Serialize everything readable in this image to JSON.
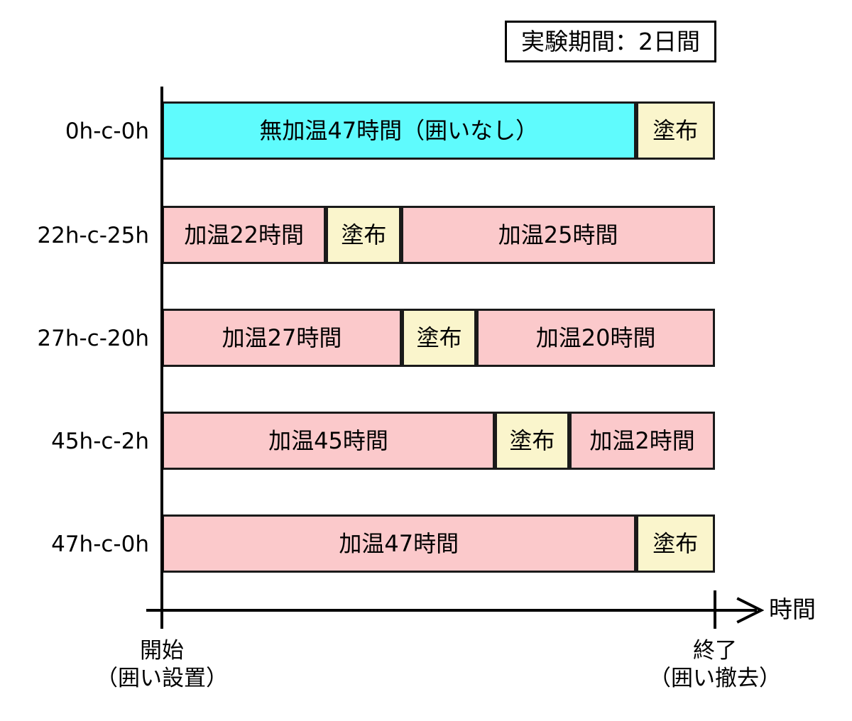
{
  "title": {
    "text": "実験期間：2日間"
  },
  "axis": {
    "time_label": "時間",
    "start": {
      "line1": "開始",
      "line2": "（囲い設置）"
    },
    "end": {
      "line1": "終了",
      "line2": "（囲い撤去）"
    }
  },
  "colors": {
    "no_heat": "#5ffbfd",
    "heated": "#fbc9cb",
    "coating": "#faf5cc",
    "outline": "#1a1a1a",
    "axis": "#000000"
  },
  "chart_data": {
    "type": "bar",
    "title": "実験期間：2日間",
    "xlabel": "時間",
    "ylabel": "",
    "orientation": "horizontal",
    "grid": false,
    "legend": "none",
    "x_start_label": "開始（囲い設置）",
    "x_end_label": "終了（囲い撤去）",
    "total_hours": 47,
    "categories": [
      "0h-c-0h",
      "22h-c-25h",
      "27h-c-20h",
      "45h-c-2h",
      "47h-c-0h"
    ],
    "series": [
      {
        "name": "0h-c-0h",
        "segments": [
          {
            "label": "無加温47時間（囲いなし）",
            "type": "no_heat",
            "hours": 47,
            "start_pct": 0.0,
            "width_pct": 85.7
          },
          {
            "label": "塗布",
            "type": "coating",
            "hours": 0,
            "start_pct": 85.7,
            "width_pct": 14.3
          }
        ]
      },
      {
        "name": "22h-c-25h",
        "segments": [
          {
            "label": "加温22時間",
            "type": "heated",
            "hours": 22,
            "start_pct": 0.0,
            "width_pct": 29.7
          },
          {
            "label": "塗布",
            "type": "coating",
            "hours": 0,
            "start_pct": 29.7,
            "width_pct": 13.6
          },
          {
            "label": "加温25時間",
            "type": "heated",
            "hours": 25,
            "start_pct": 43.3,
            "width_pct": 56.7
          }
        ]
      },
      {
        "name": "27h-c-20h",
        "segments": [
          {
            "label": "加温27時間",
            "type": "heated",
            "hours": 27,
            "start_pct": 0.0,
            "width_pct": 43.4
          },
          {
            "label": "塗布",
            "type": "coating",
            "hours": 0,
            "start_pct": 43.4,
            "width_pct": 13.5
          },
          {
            "label": "加温20時間",
            "type": "heated",
            "hours": 20,
            "start_pct": 56.9,
            "width_pct": 43.1
          }
        ]
      },
      {
        "name": "45h-c-2h",
        "segments": [
          {
            "label": "加温45時間",
            "type": "heated",
            "hours": 45,
            "start_pct": 0.0,
            "width_pct": 60.2
          },
          {
            "label": "塗布",
            "type": "coating",
            "hours": 0,
            "start_pct": 60.2,
            "width_pct": 13.5
          },
          {
            "label": "加温2時間",
            "type": "heated",
            "hours": 2,
            "start_pct": 73.7,
            "width_pct": 26.3
          }
        ]
      },
      {
        "name": "47h-c-0h",
        "segments": [
          {
            "label": "加温47時間",
            "type": "heated",
            "hours": 47,
            "start_pct": 0.0,
            "width_pct": 85.7
          },
          {
            "label": "塗布",
            "type": "coating",
            "hours": 0,
            "start_pct": 85.7,
            "width_pct": 14.3
          }
        ]
      }
    ]
  }
}
